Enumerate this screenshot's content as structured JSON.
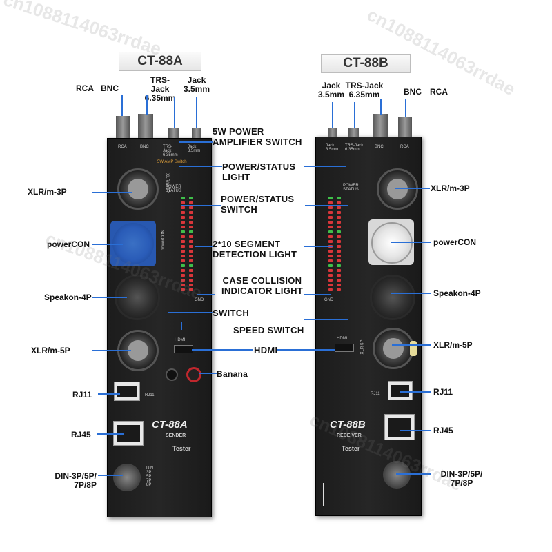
{
  "left": {
    "title": "CT-88A",
    "top_labels": [
      "RCA",
      "BNC",
      "TRS-Jack 6.35mm",
      "Jack 3.5mm"
    ],
    "side_labels": [
      "XLR/m-3P",
      "powerCON",
      "Speakon-4P",
      "XLR/m-5P",
      "RJ11",
      "RJ45",
      "DIN-3P/5P/ 7P/8P"
    ],
    "panel_captions": [
      "RCA",
      "BNC",
      "TRS-Jack 6.35mm",
      "Jack 3.5mm",
      "5W AMP Switch",
      "XLR/m-3P",
      "POWER STATUS",
      "powerCON",
      "HDMI",
      "RJ11",
      "DIN 3P 5P 7P 8P",
      "GND"
    ],
    "brand": "CT-88A",
    "brand_sub": "SENDER",
    "brand_tag": "Tester"
  },
  "right": {
    "title": "CT-88B",
    "top_labels": [
      "Jack 3.5mm",
      "TRS-Jack 6.35mm",
      "BNC",
      "RCA"
    ],
    "side_labels": [
      "XLR/m-3P",
      "powerCON",
      "Speakon-4P",
      "XLR/m-5P",
      "RJ11",
      "RJ45",
      "DIN-3P/5P/ 7P/8P"
    ],
    "panel_captions": [
      "Jack 3.5mm",
      "TRS-Jack 6.35mm",
      "BNC",
      "RCA",
      "POWER STATUS",
      "HDMI",
      "XLR-5P",
      "RJ11",
      "GND"
    ],
    "brand": "CT-88B",
    "brand_sub": "RECEIVER",
    "brand_tag": "Tester"
  },
  "middle_labels": [
    "5W POWER AMPLIFIER SWITCH",
    "POWER/STATUS LIGHT",
    "POWER/STATUS SWITCH",
    "2*10 SEGMENT DETECTION LIGHT",
    "CASE COLLISION INDICATOR LIGHT",
    "SWITCH",
    "SPEED SWITCH",
    "HDMI",
    "Banana"
  ],
  "watermark": "cn1088114063rrdae",
  "colors": {
    "leader_line": "#2a6fd6",
    "panel": "#1e1e1e",
    "powercon_blue": "#2a5cb8",
    "led_red": "#d8363a",
    "led_green": "#3fbf4a"
  }
}
